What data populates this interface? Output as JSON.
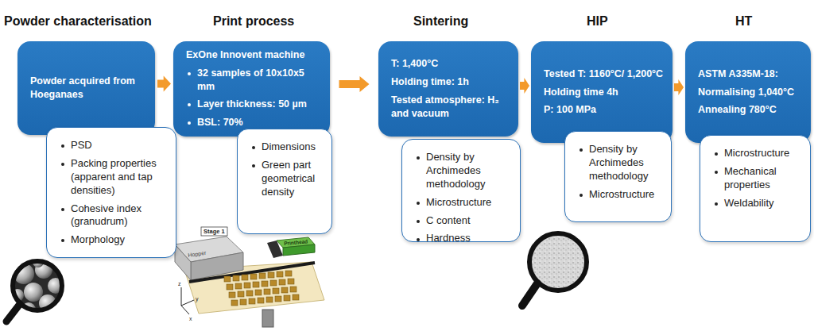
{
  "diagram": {
    "nodes": [
      {
        "text": [
          "Powder characterisation",
          "Powder acquired from Hoeganaes"
        ]
      },
      {
        "text": [
          "PSD",
          "Packing properties (apparent and tap densities)",
          "Cohesive index (granudrum)",
          "Morphology"
        ]
      },
      {
        "text": [
          "Print process",
          "ExOne Innovent machine",
          "32 samples of 10x10x5 mm",
          "Layer thickness: 50 µm",
          "BSL: 70%"
        ]
      },
      {
        "text": [
          "Dimensions",
          "Green part geometrical density"
        ]
      },
      {
        "text": [
          "Sintering",
          "T: 1,400°C",
          "Holding time: 1h",
          "Tested atmosphere: H₂ and vacuum"
        ]
      },
      {
        "text": [
          "Density by Archimedes methodology",
          "Microstructure",
          "C content",
          "Hardness"
        ]
      },
      {
        "text": [
          "HIP",
          "Tested T: 1160°C/ 1,200°C",
          "Holding time 4h",
          "P: 100 MPa"
        ]
      },
      {
        "text": [
          "Density by Archimedes methodology",
          "Microstructure"
        ]
      },
      {
        "text": [
          "HT",
          "ASTM A335M-18:",
          "Normalising 1,040°C",
          "Annealing 780°C"
        ]
      },
      {
        "text": [
          "Microstructure",
          "Mechanical properties",
          "Weldability"
        ]
      }
    ],
    "edges": [
      {
        "from": 0,
        "to": 2,
        "arrow": "to"
      },
      {
        "from": 2,
        "to": 4,
        "arrow": "to"
      },
      {
        "from": 4,
        "to": 6,
        "arrow": "to"
      },
      {
        "from": 6,
        "to": 8,
        "arrow": "to"
      }
    ],
    "labels": [
      "Stage 1",
      "Hopper",
      "Printhead",
      "z",
      "y",
      "x"
    ]
  }
}
